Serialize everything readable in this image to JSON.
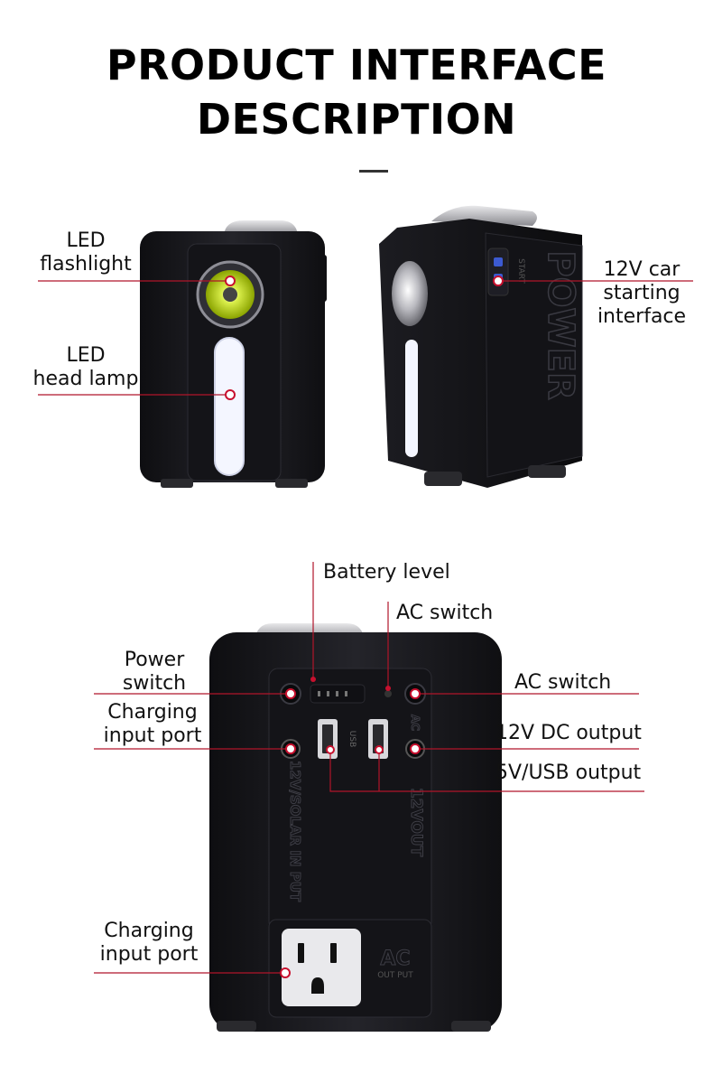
{
  "page": {
    "title_line1": "PRODUCT INTERFACE",
    "title_line2": "DESCRIPTION"
  },
  "colors": {
    "background": "#ffffff",
    "title": "#000000",
    "connector": "#b0152a",
    "device_body": "#1a1a1e",
    "led": "#f4f6ff",
    "flashlight_lens": "#c7e22a"
  },
  "front_view": {
    "labels": {
      "led_flashlight_line1": "LED",
      "led_flashlight_line2": "flashlight",
      "led_head_lamp_line1": "LED",
      "led_head_lamp_line2": "head lamp"
    }
  },
  "side_view": {
    "labels": {
      "car_interface_line1": "12V car",
      "car_interface_line2": "starting",
      "car_interface_line3": "interface"
    },
    "side_text": "POWER",
    "port_text": "START"
  },
  "back_view": {
    "labels": {
      "battery_level": "Battery level",
      "ac_switch_top": "AC switch",
      "power_switch_line1": "Power",
      "power_switch_line2": "switch",
      "ac_switch_right": "AC switch",
      "charging_input_line1": "Charging",
      "charging_input_line2": "input port",
      "dc_output": "12V DC output",
      "usb_output": "5V/USB output",
      "charging_input2_line1": "Charging",
      "charging_input2_line2": "input port"
    },
    "panel_text": {
      "input": "12V/SOLAR IN PUT",
      "output": "12VOUT",
      "ac_small": "AC",
      "usb": "USB",
      "ac_out": "AC",
      "ac_out_sub": "OUT PUT"
    }
  }
}
